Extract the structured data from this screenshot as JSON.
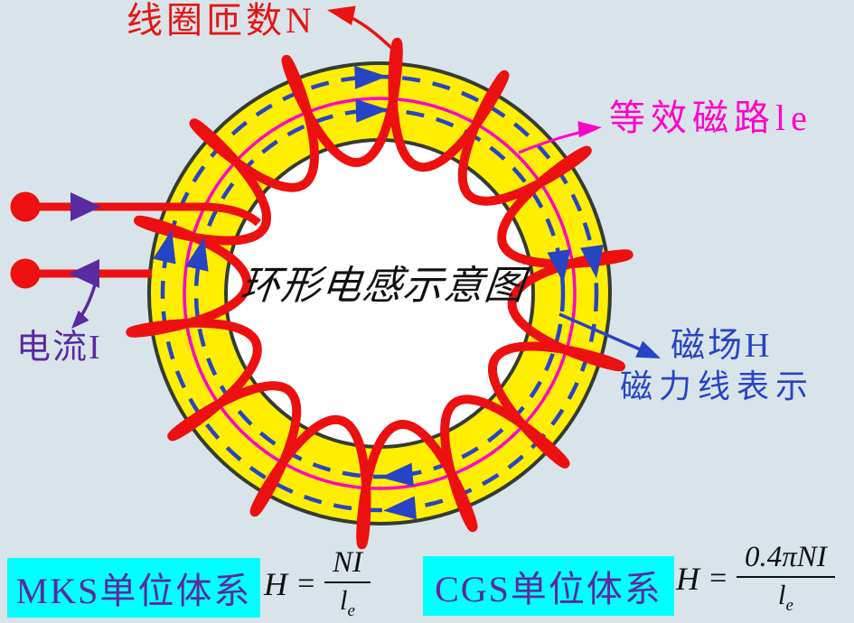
{
  "title_center": "环形电感示意图",
  "labels": {
    "coil_turns": "线圈匝数N",
    "magnetic_path": "等效磁路le",
    "current": "电流I",
    "field_line1": "磁场H",
    "field_line2": "磁力线表示"
  },
  "unit_systems": {
    "mks": {
      "label": "MKS单位体系",
      "formula": {
        "lhs": "H",
        "eq": "=",
        "numerator": "NI",
        "denominator_base": "l",
        "denominator_sub": "e"
      }
    },
    "cgs": {
      "label": "CGS单位体系",
      "formula": {
        "lhs": "H",
        "eq": "=",
        "numerator": "0.4πNI",
        "denominator_base": "l",
        "denominator_sub": "e"
      }
    }
  },
  "colors": {
    "background": "#d9e4ea",
    "core_yellow": "#ffee00",
    "core_outline": "#333b33",
    "hole_white": "#ffffff",
    "wire_red": "#ec1010",
    "flux_blue": "#2744c4",
    "path_magenta": "#ff00cc",
    "current_purple": "#5a2aa0",
    "highlight_cyan": "#00ffff",
    "label_red": "#e81410",
    "title_black": "#111111"
  }
}
